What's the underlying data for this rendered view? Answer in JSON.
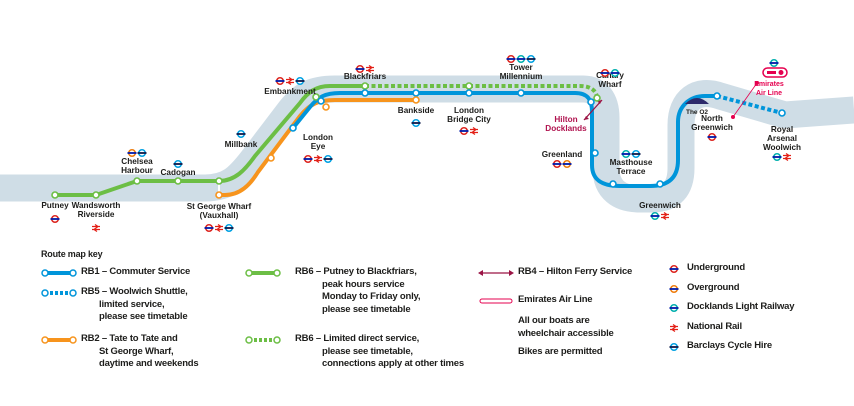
{
  "colors": {
    "rb1": "#0095da",
    "rb2": "#f7941d",
    "rb6": "#6cbe45",
    "river": "#cfdde6",
    "rb4": "#9b1445",
    "air": "#e5004f"
  },
  "stations": [
    {
      "name": [
        "Putney"
      ],
      "connections": [
        "ug"
      ]
    },
    {
      "name": [
        "Wandsworth",
        "Riverside"
      ],
      "connections": [
        "nr"
      ]
    },
    {
      "name": [
        "Chelsea",
        "Harbour"
      ],
      "connections": [
        "og",
        "cycle"
      ]
    },
    {
      "name": [
        "Cadogan"
      ],
      "connections": [
        "cycle"
      ]
    },
    {
      "name": [
        "St George Wharf",
        "(Vauxhall)"
      ],
      "connections": [
        "ug",
        "nr",
        "cycle"
      ]
    },
    {
      "name": [
        "Millbank"
      ],
      "connections": [
        "cycle"
      ]
    },
    {
      "name": [
        "Embankment"
      ],
      "connections": [
        "ug",
        "nr",
        "cycle"
      ]
    },
    {
      "name": [
        "Blackfriars"
      ],
      "connections": [
        "ug",
        "nr"
      ]
    },
    {
      "name": [
        "London",
        "Eye"
      ],
      "connections": [
        "ug",
        "nr",
        "cycle"
      ]
    },
    {
      "name": [
        "Bankside"
      ],
      "connections": [
        "cycle"
      ]
    },
    {
      "name": [
        "London",
        "Bridge City"
      ],
      "connections": [
        "ug",
        "nr"
      ]
    },
    {
      "name": [
        "Tower",
        "Millennium"
      ],
      "connections": [
        "ug",
        "dlr",
        "cycle"
      ]
    },
    {
      "name": [
        "Canary",
        "Wharf"
      ],
      "connections": [
        "ug",
        "dlr"
      ]
    },
    {
      "name": [
        "Hilton",
        "Docklands"
      ],
      "connections": []
    },
    {
      "name": [
        "Greenland"
      ],
      "connections": [
        "ug",
        "og"
      ]
    },
    {
      "name": [
        "Masthouse",
        "Terrace"
      ],
      "connections": [
        "dlr",
        "cycle"
      ]
    },
    {
      "name": [
        "Greenwich"
      ],
      "connections": [
        "dlr",
        "nr"
      ]
    },
    {
      "name": [
        "The O2"
      ],
      "connections": []
    },
    {
      "name": [
        "North",
        "Greenwich"
      ],
      "connections": [
        "ug"
      ]
    },
    {
      "name": [
        "Emirates",
        "Air Line"
      ],
      "connections": [
        "dlr"
      ]
    },
    {
      "name": [
        "Royal",
        "Arsenal",
        "Woolwich"
      ],
      "connections": [
        "dlr",
        "nr"
      ]
    }
  ],
  "key": {
    "title": "Route map key",
    "rb1": "RB1 – Commuter Service",
    "rb5": [
      "RB5 – Woolwich Shuttle,",
      "limited service,",
      "please see timetable"
    ],
    "rb2": [
      "RB2 – Tate to Tate and",
      "St George Wharf,",
      "daytime and weekends"
    ],
    "rb6a": [
      "RB6 – Putney to Blackfriars,",
      "peak hours service",
      "Monday to Friday only,",
      "please see timetable"
    ],
    "rb6b": [
      "RB6 – Limited direct service,",
      "please see timetable,",
      "connections apply at other times"
    ],
    "rb4": "RB4 – Hilton Ferry Service",
    "air": "Emirates Air Line",
    "access": [
      "All our boats are",
      "wheelchair accessible"
    ],
    "bikes": "Bikes are permitted",
    "modes": [
      "Underground",
      "Overground",
      "Docklands Light Railway",
      "National Rail",
      "Barclays Cycle Hire"
    ]
  }
}
